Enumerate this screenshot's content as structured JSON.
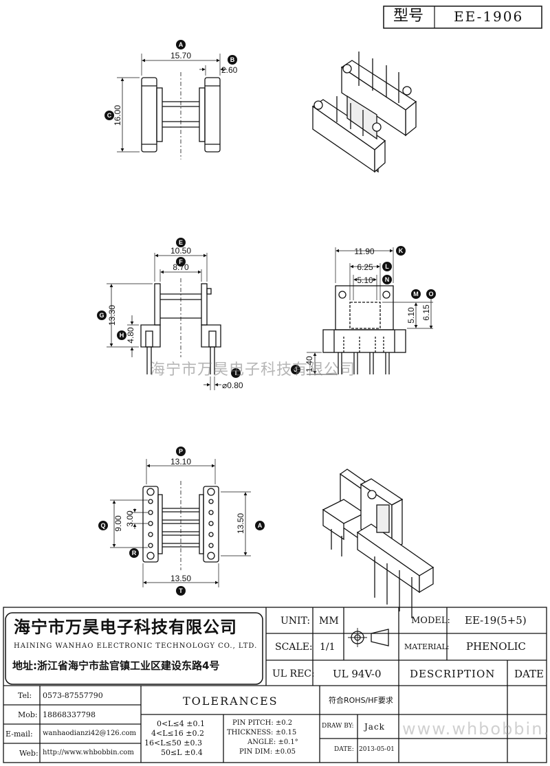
{
  "header": {
    "type_label": "型号",
    "type_value": "EE-1906"
  },
  "dims": {
    "A1": "15.70",
    "B": "2.60",
    "C": "16.00",
    "E": "10.50",
    "F": "8.70",
    "G": "13.30",
    "H": "4.80",
    "I": "⌀0.80",
    "J": "1.40",
    "K": "11.90",
    "L": "6.25",
    "N": "5.10",
    "M": "5.10",
    "O": "6.15",
    "P": "13.10",
    "Q": "9.00",
    "R": "3.00",
    "A2": "13.50",
    "T": "13.50"
  },
  "markers": {
    "A": "A",
    "B": "B",
    "C": "C",
    "E": "E",
    "F": "F",
    "G": "G",
    "H": "H",
    "I": "I",
    "J": "J",
    "K": "K",
    "L": "L",
    "M": "M",
    "N": "N",
    "O": "O",
    "P": "P",
    "Q": "Q",
    "R": "R",
    "T": "T"
  },
  "watermark": "海宁市万昊电子科技有限公司",
  "company": {
    "name_cn": "海宁市万昊电子科技有限公司",
    "name_en": "HAINING WANHAO ELECTRONIC TECHNOLOGY CO., LTD.",
    "address": "地址:浙江省海宁市盐官镇工业区建设东路4号"
  },
  "spec": {
    "unit_label": "UNIT:",
    "unit_value": "MM",
    "scale_label": "SCALE:",
    "scale_value": "1/1",
    "ulrec_label": "UL REC:",
    "ulrec_value": "UL 94V-0",
    "model_label": "MODEL:",
    "model_value": "EE-19(5+5)",
    "material_label": "MATERIAL:",
    "material_value": "PHENOLIC",
    "description_label": "DESCRIPTION",
    "date_label": "DATE"
  },
  "contacts": [
    {
      "label": "Tel:",
      "value": "0573-87557790"
    },
    {
      "label": "Mob:",
      "value": "18868337798"
    },
    {
      "label": "E-mail:",
      "value": "wanhaodianzi42@126.com"
    },
    {
      "label": "Web:",
      "value": "http://www.whbobbin.com"
    }
  ],
  "tolerances": {
    "title": "TOLERANCES",
    "ranges": [
      "0<L≤4 ±0.1",
      "4<L≤16 ±0.2",
      "16<L≤50 ±0.3",
      "50≤L ±0.4"
    ],
    "others": [
      "PIN PITCH: ±0.2",
      "THICKNESS: ±0.15",
      "ANGLE: ±0.1°",
      "PIN DIM: ±0.05"
    ]
  },
  "rohs": "符合ROHS/HF要求",
  "draw_by_label": "DRAW BY:",
  "draw_by_value": "Jack",
  "date_label2": "DATE:",
  "date_value": "2013-05-01",
  "site_watermark": "www.whbobbin.com"
}
